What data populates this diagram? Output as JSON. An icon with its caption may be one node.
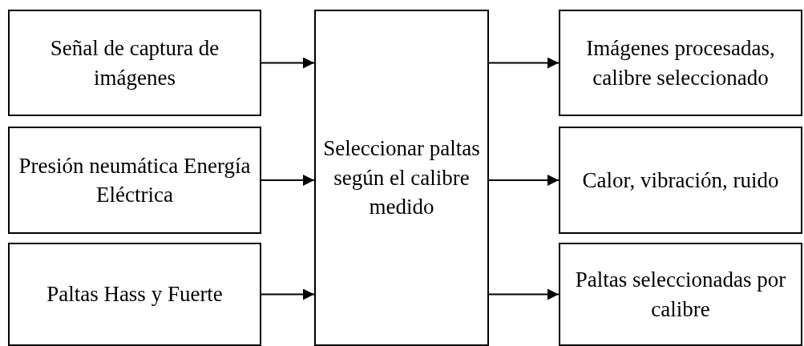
{
  "diagram": {
    "nodes": [
      {
        "text": [
          "Señal de captura de imágenes"
        ]
      },
      {
        "text": [
          "Presión neumática Energía Eléctrica"
        ]
      },
      {
        "text": [
          "Paltas Hass y Fuerte"
        ]
      },
      {
        "text": [
          "Seleccionar paltas según el calibre medido"
        ]
      },
      {
        "text": [
          "Imágenes procesadas, calibre seleccionado"
        ]
      },
      {
        "text": [
          "Calor, vibración, ruido"
        ]
      },
      {
        "text": [
          "Paltas seleccionadas por calibre"
        ]
      }
    ],
    "edges": [
      {
        "from": 0,
        "to": 3,
        "arrow": "to"
      },
      {
        "from": 1,
        "to": 3,
        "arrow": "to"
      },
      {
        "from": 2,
        "to": 3,
        "arrow": "to"
      },
      {
        "from": 3,
        "to": 4,
        "arrow": "to"
      },
      {
        "from": 3,
        "to": 5,
        "arrow": "to"
      },
      {
        "from": 3,
        "to": 6,
        "arrow": "to"
      }
    ]
  }
}
